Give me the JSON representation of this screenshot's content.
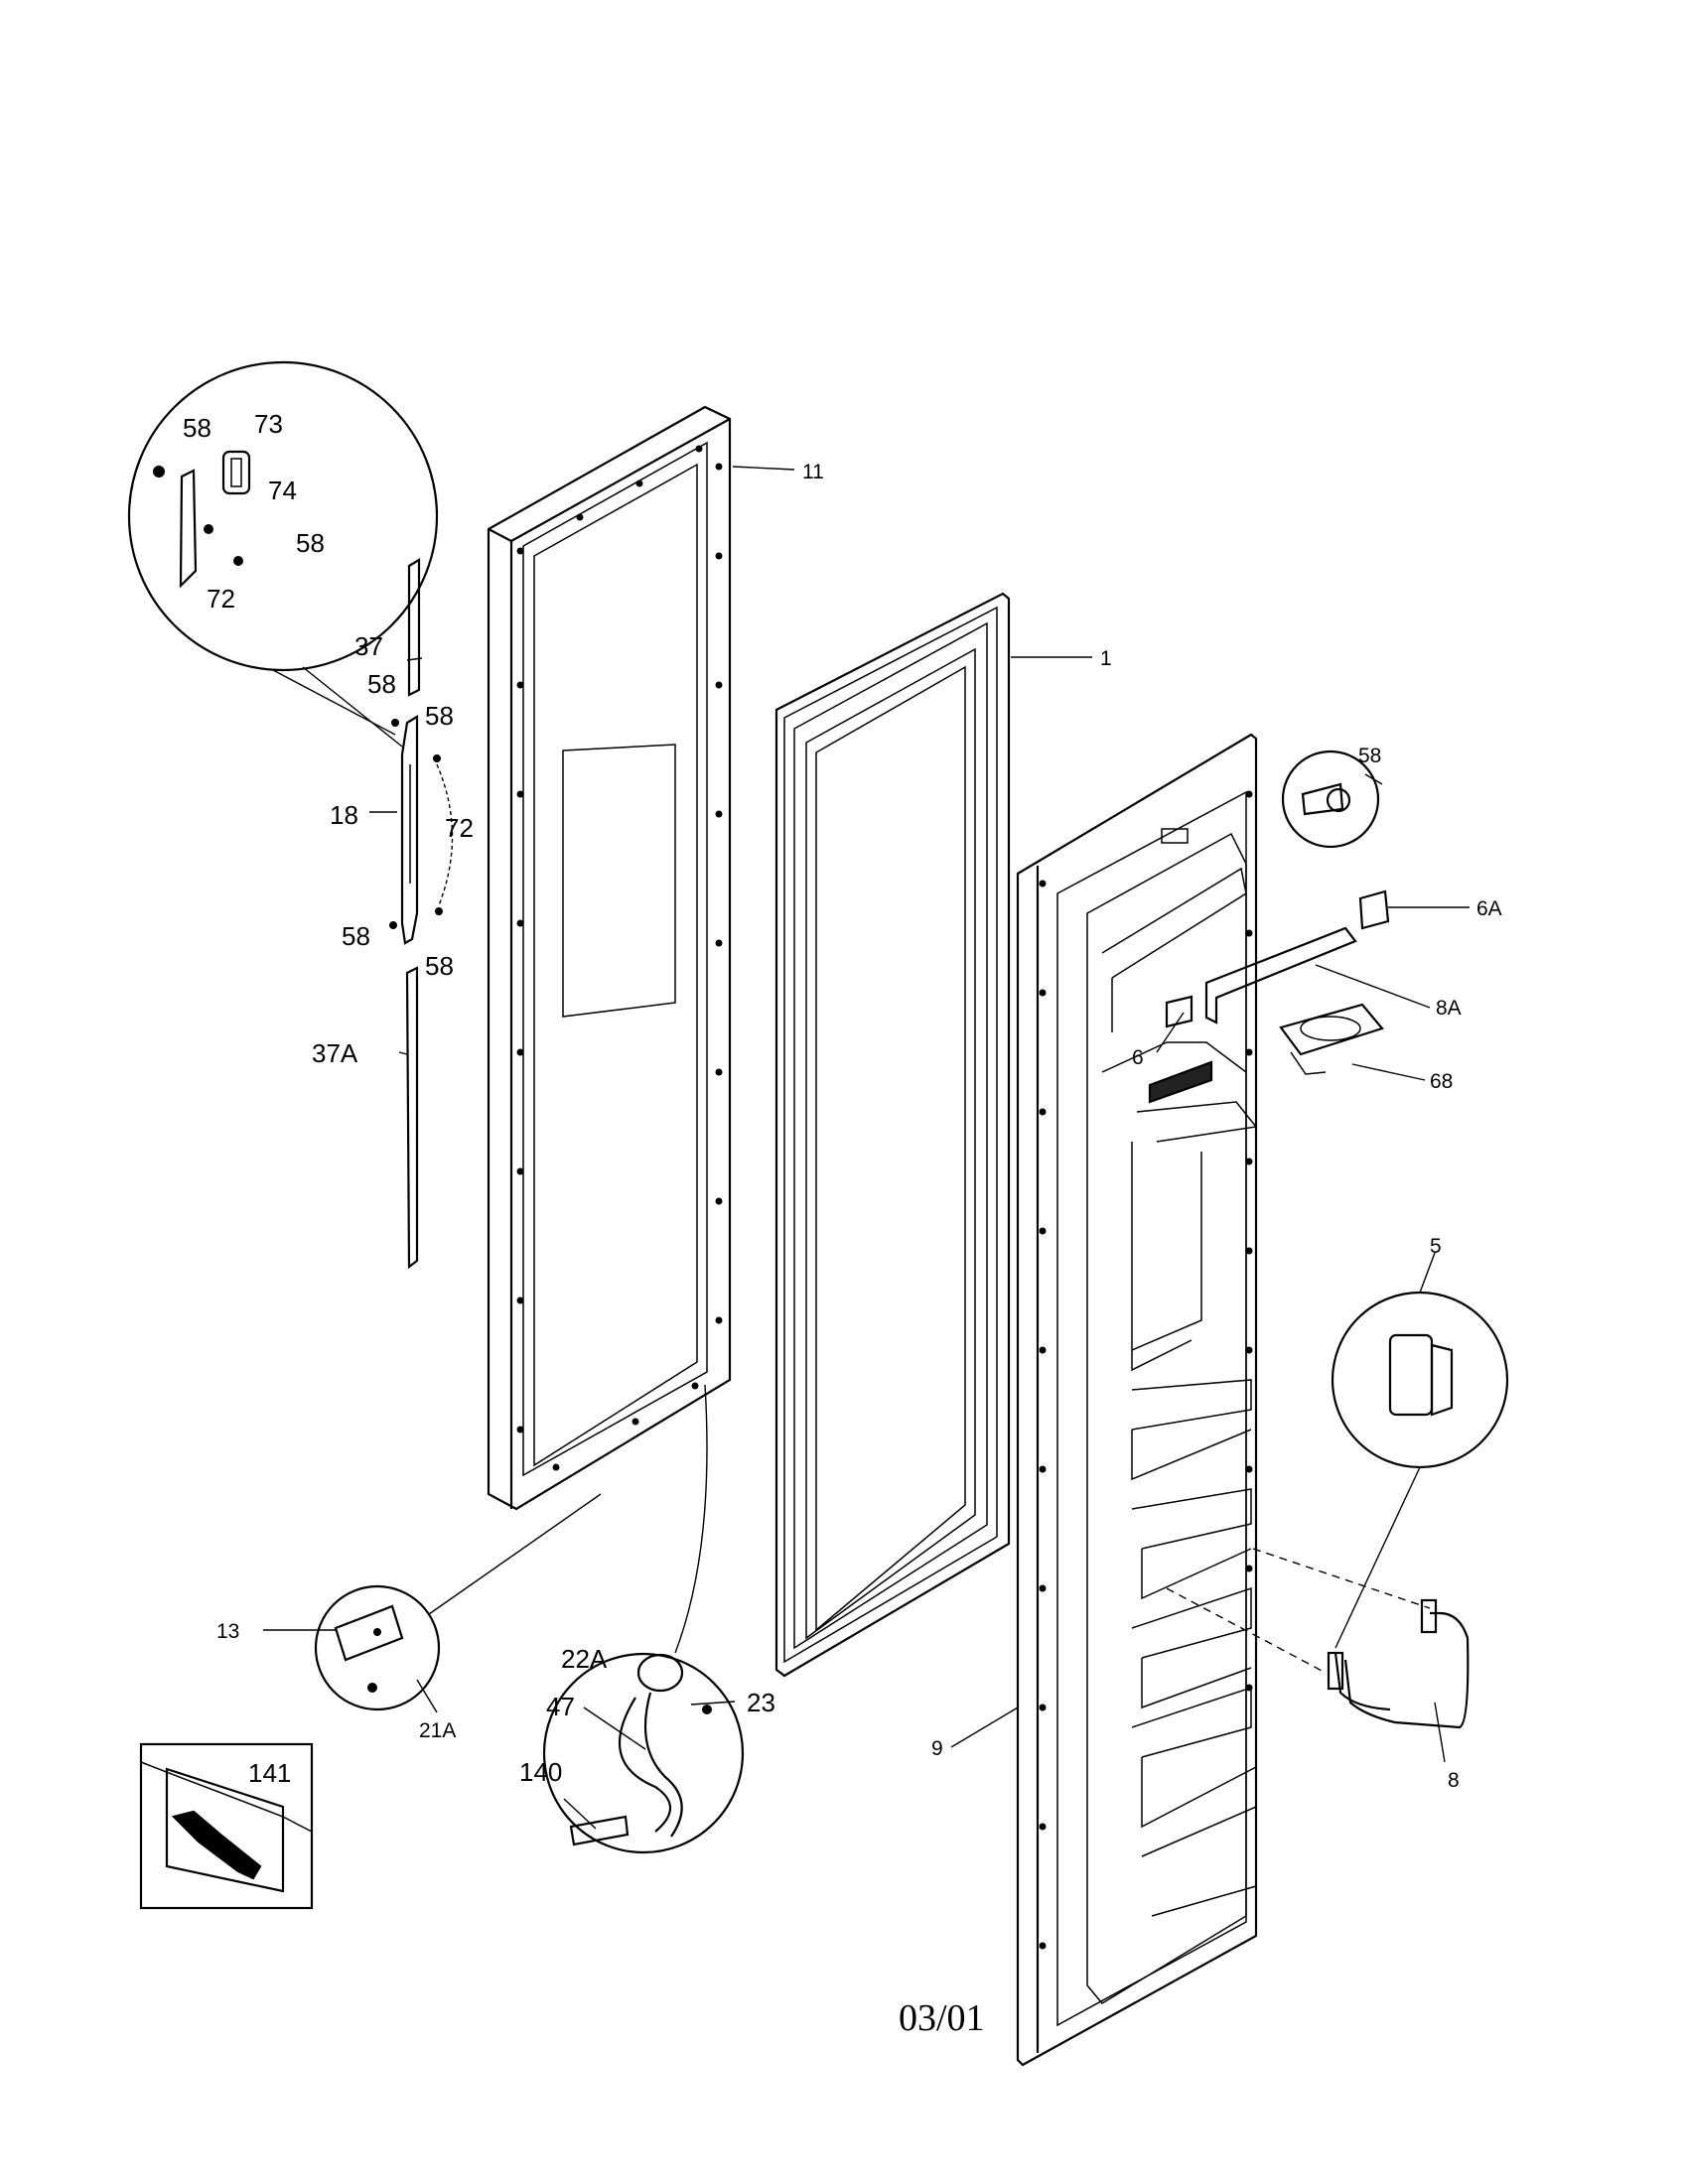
{
  "diagram": {
    "footer_date": "03/01",
    "callouts": {
      "c58_top": "58",
      "c73": "73",
      "c74": "74",
      "c58_inset": "58",
      "c72_inset": "72",
      "c37": "37",
      "c58_a": "58",
      "c58_b": "58",
      "c18": "18",
      "c72": "72",
      "c58_c": "58",
      "c58_d": "58",
      "c37A": "37A",
      "c11": "11",
      "c1": "1",
      "c58_screw": "58",
      "c6A": "6A",
      "c8A": "8A",
      "c6": "6",
      "c68": "68",
      "c5": "5",
      "c13": "13",
      "c21A": "21A",
      "c22A": "22A",
      "c23": "23",
      "c47": "47",
      "c140": "140",
      "c141": "141",
      "c9": "9",
      "c8": "8"
    }
  }
}
